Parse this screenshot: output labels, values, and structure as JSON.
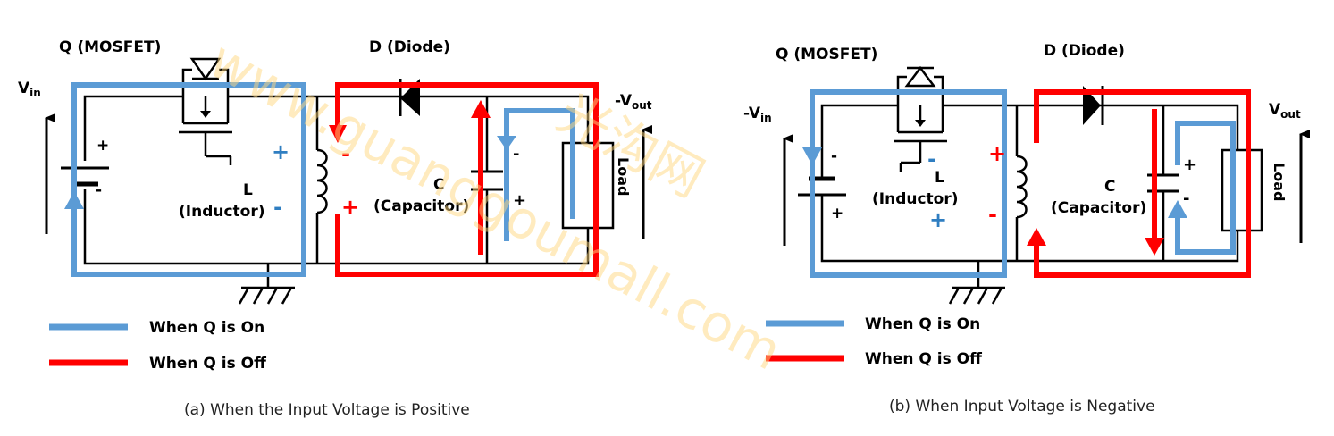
{
  "colors": {
    "on_path": "#5b9bd5",
    "off_path": "#ff0000",
    "wire": "#000000",
    "watermark": "#ffd880"
  },
  "panel_a": {
    "mosfet_label": "Q (MOSFET)",
    "diode_label": "D (Diode)",
    "vin_main": "V",
    "vin_sub": "in",
    "vout_main": "-V",
    "vout_sub": "out",
    "inductor_letter": "L",
    "inductor_name": "(Inductor)",
    "capacitor_letter": "C",
    "capacitor_name": "(Capacitor)",
    "load_label": "Load",
    "battery_plus": "+",
    "battery_minus": "-",
    "inductor_blue_plus": "+",
    "inductor_blue_minus": "-",
    "inductor_red_minus": "-",
    "inductor_red_plus": "+",
    "cap_minus": "-",
    "cap_plus": "+",
    "legend_on": "When Q is On",
    "legend_off": "When Q is Off",
    "caption": "(a) When the Input Voltage is Positive"
  },
  "panel_b": {
    "mosfet_label": "Q (MOSFET)",
    "diode_label": "D (Diode)",
    "vin_main": "-V",
    "vin_sub": "in",
    "vout_main": "V",
    "vout_sub": "out",
    "inductor_letter": "L",
    "inductor_name": "(Inductor)",
    "capacitor_letter": "C",
    "capacitor_name": "(Capacitor)",
    "load_label": "Load",
    "battery_minus": "-",
    "battery_plus": "+",
    "inductor_blue_minus": "-",
    "inductor_blue_plus": "+",
    "inductor_red_plus": "+",
    "inductor_red_minus": "-",
    "cap_plus": "+",
    "cap_minus": "-",
    "legend_on": "When Q is On",
    "legend_off": "When Q is Off",
    "caption": "(b) When Input Voltage is Negative"
  },
  "watermark": {
    "text": "www.guanggoumall.com",
    "cn": "光沟网"
  }
}
